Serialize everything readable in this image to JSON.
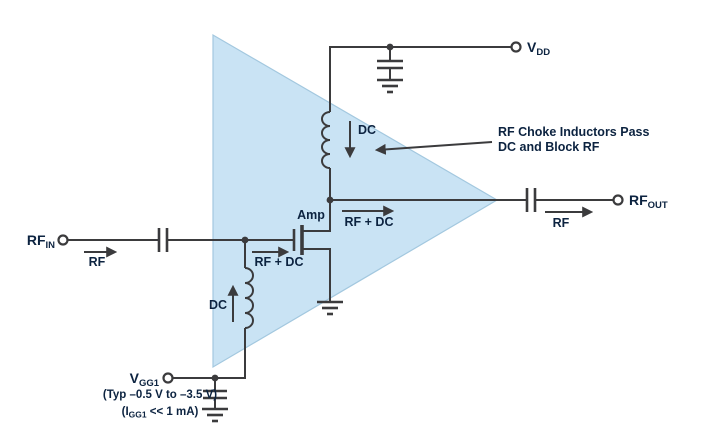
{
  "figure": {
    "terminals": {
      "vdd": {
        "main": "V",
        "sub": "DD"
      },
      "rf_in": {
        "main": "RF",
        "sub": "IN"
      },
      "rf_out": {
        "main": "RF",
        "sub": "OUT"
      },
      "vgg1": {
        "main": "V",
        "sub": "GG1"
      }
    },
    "labels": {
      "amp": "Amp",
      "dc_top": "DC",
      "dc_bottom": "DC",
      "rf_plus_dc_gate": "RF + DC",
      "rf_plus_dc_drain": "RF + DC",
      "rf_input_arrow": "RF",
      "rf_output_arrow": "RF"
    },
    "annotations": {
      "choke_note_line1": "RF Choke Inductors Pass",
      "choke_note_line2": "DC and Block RF",
      "vgg1_typ": "(Typ –0.5 V to –3.5 V)",
      "igg1_prefix": "(I",
      "igg1_sub": "GG1",
      "igg1_suffix": " << 1 mA)"
    },
    "colors": {
      "triangle_fill": "#c9e3f4",
      "triangle_stroke": "#a3c8df",
      "line": "#3b3b3d",
      "text": "#0c2340",
      "background": "#ffffff"
    }
  }
}
